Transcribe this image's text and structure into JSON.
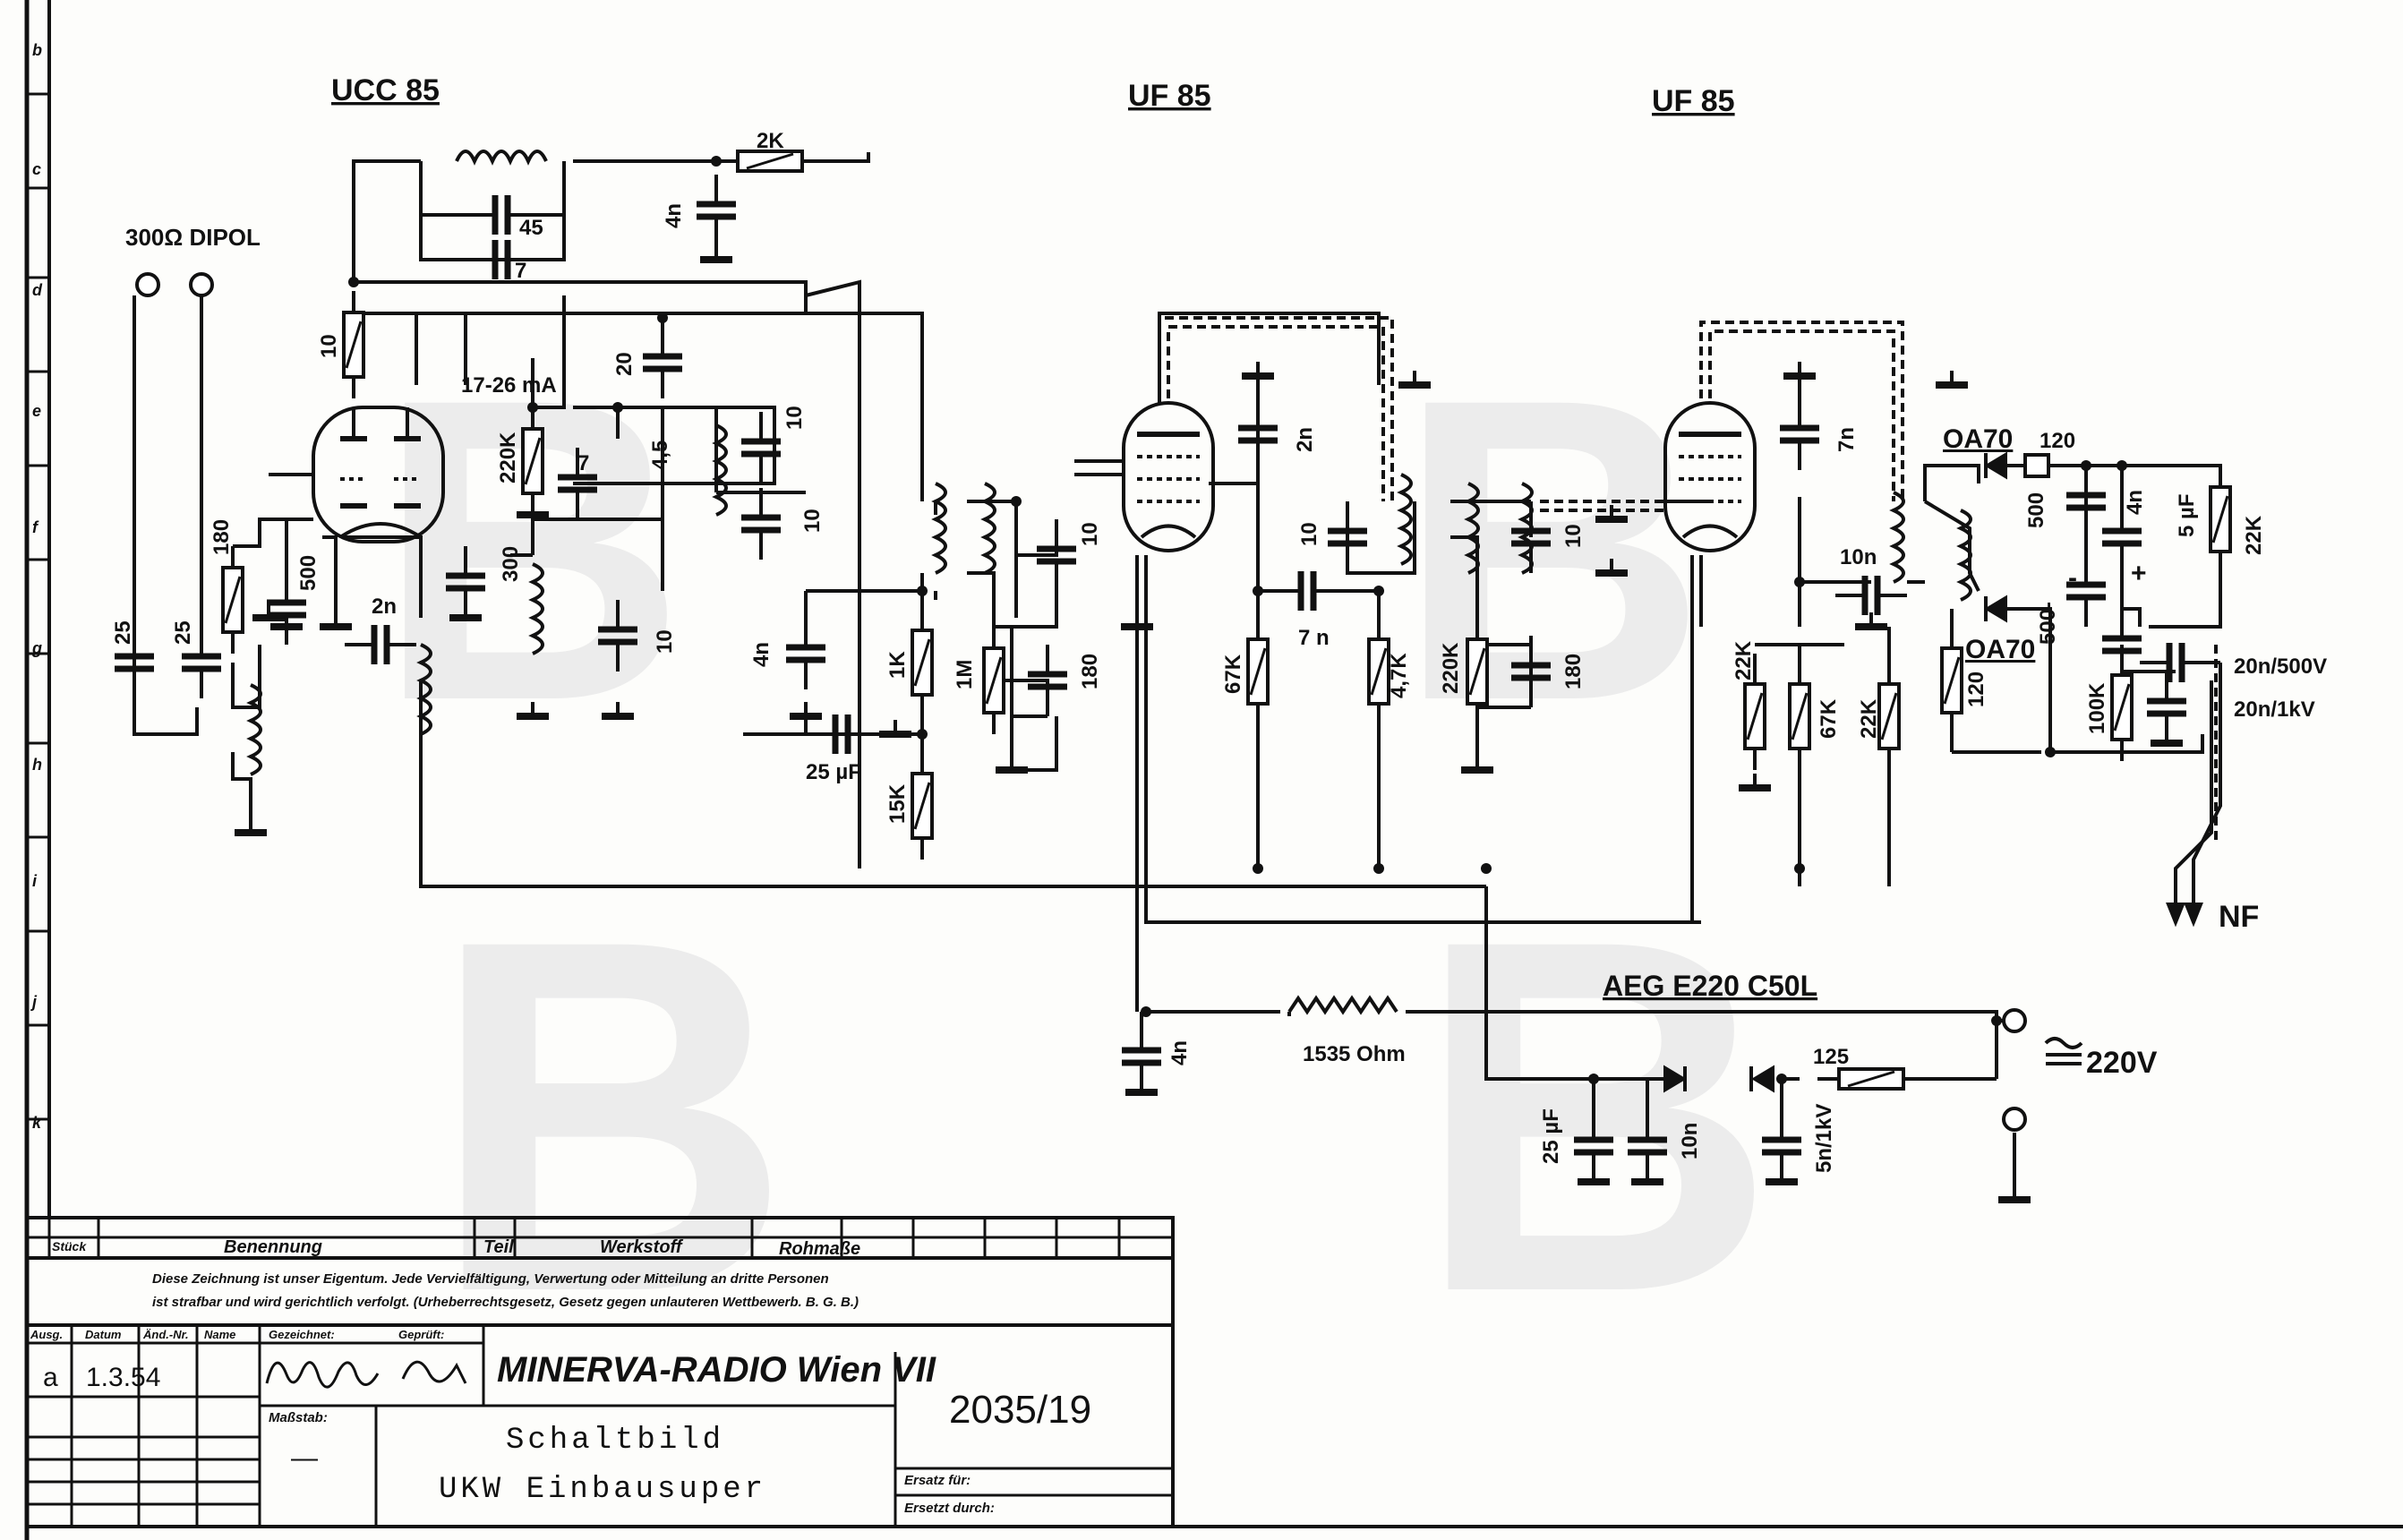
{
  "border_letters": [
    "b",
    "c",
    "d",
    "e",
    "f",
    "g",
    "h",
    "i",
    "j",
    "k"
  ],
  "tube_labels": {
    "v1": "UCC 85",
    "v2": "UF 85",
    "v3": "UF 85"
  },
  "antenna_label": "300Ω DIPOL",
  "rectifier_label": "AEG E220 C50L",
  "mains_label": "220V",
  "nf_label": "NF",
  "values": {
    "r_2k": "2K",
    "c_4n_top": "4n",
    "c_45_top": "45",
    "c_7_top": "7",
    "r_10_v1": "10",
    "c_20": "20",
    "i_anode": "17-26 mA",
    "r_220k_v1": "220K",
    "c_7_mid": "7",
    "c_45_mid": "4,5",
    "c_10_a": "10",
    "c_10_b": "10",
    "r_180": "180",
    "c_500": "500",
    "c_2n": "2n",
    "l_300": "300",
    "c_10_low": "10",
    "c_25_a": "25",
    "c_25_b": "25",
    "c_4n_mid": "4n",
    "r_1k": "1K",
    "c_25uf_mid": "25 µF",
    "r_15k": "15K",
    "c_10_if1": "10",
    "r_1m": "1M",
    "c_180_a": "180",
    "c_2n_v2": "2n",
    "r_67k_a": "67K",
    "c_7n": "7 n",
    "c_10_if2": "10",
    "r_4_7k": "4,7K",
    "c_10_if3": "10",
    "r_220k_v3": "220K",
    "c_180_b": "180",
    "c_7n_v3": "7n",
    "c_10n_v3": "10n",
    "r_22k_a": "22K",
    "r_67k_b": "67K",
    "r_22k_b": "22K",
    "d1": "OA70",
    "d2": "OA70",
    "r_120_a": "120",
    "c_500_det": "500",
    "c_4n_det": "4n",
    "c_5uf": "5 µF",
    "r_22k_det": "22K",
    "r_120_b": "120",
    "c_500_det2": "500-",
    "r_100k": "100K",
    "c_20n_500": "20n/500V",
    "c_20n_1k": "20n/1kV",
    "r_1535": "1535 Ohm",
    "c_4n_bottom": "4n",
    "c_25uf_bottom": "25 µF",
    "c_10n_bottom": "10n",
    "c_5n_1kv": "5n/1kV",
    "r_125": "125",
    "plus": "+",
    "minus": "-"
  },
  "title_block": {
    "col_stueck": "Stück",
    "col_benennung": "Benennung",
    "col_teil": "Teil",
    "col_werkstoff": "Werkstoff",
    "col_rohmasse": "Rohmaße",
    "notice_line1": "Diese Zeichnung ist unser Eigentum. Jede Vervielfältigung, Verwertung oder Mitteilung an dritte Personen",
    "notice_line2": "ist strafbar und wird gerichtlich verfolgt. (Urheberrechtsgesetz, Gesetz gegen unlauteren Wettbewerb. B. G. B.)",
    "h_ausg": "Ausg.",
    "h_datum": "Datum",
    "h_aend": "Änd.-Nr.",
    "h_name": "Name",
    "h_gezeichnet": "Gezeichnet:",
    "h_geprueft": "Geprüft:",
    "h_massstab": "Maßstab:",
    "revision": "a",
    "date": "1.3.54",
    "massstab_value": "—",
    "company": "MINERVA-RADIO Wien VII",
    "title_line1": "Schaltbild",
    "title_line2": "UKW Einbausuper",
    "drawing_number": "2035/19",
    "ersatz_fuer": "Ersatz für:",
    "ersetzt_durch": "Ersetzt durch:"
  },
  "colors": {
    "ink": "#111111",
    "paper": "#fdfdfb",
    "watermark": "#ececec"
  }
}
